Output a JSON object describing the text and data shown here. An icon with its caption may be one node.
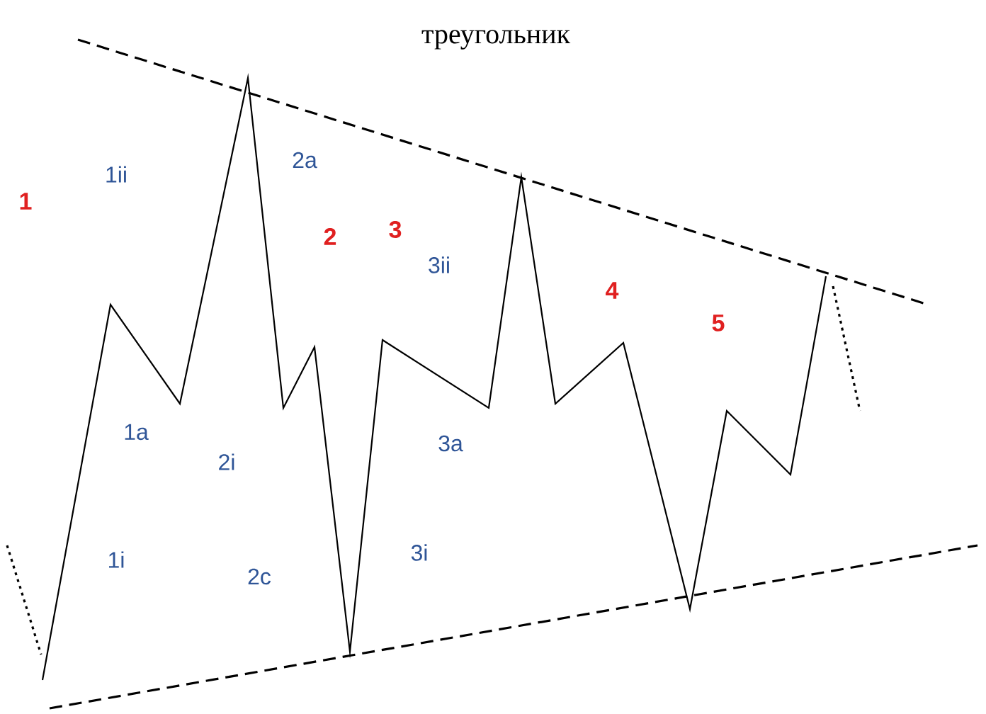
{
  "diagram": {
    "title": "треугольник",
    "labels": [
      "1",
      "1ii",
      "2a",
      "2",
      "3",
      "3ii",
      "4",
      "5",
      "1a",
      "2i",
      "3a",
      "1i",
      "2c",
      "3i"
    ]
  }
}
